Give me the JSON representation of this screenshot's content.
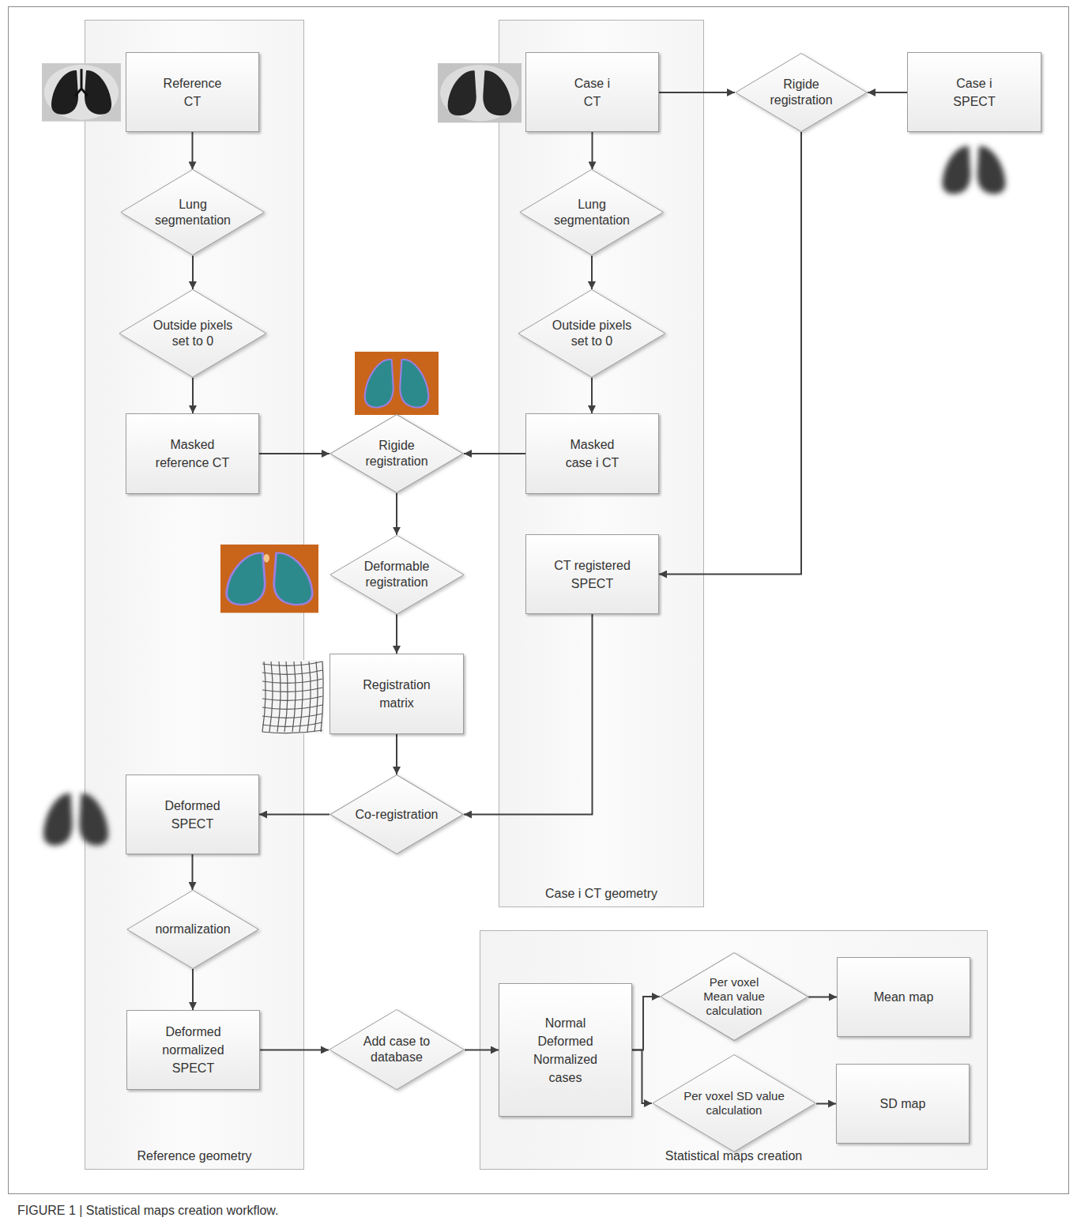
{
  "diagram": {
    "caption": "FIGURE 1 | Statistical maps creation workflow.",
    "nodes": [
      {
        "text": [
          "Reference geometry"
        ]
      },
      {
        "text": [
          "Reference CT"
        ],
        "in": 0
      },
      {
        "text": [
          "Lung segmentation"
        ],
        "in": 0
      },
      {
        "text": [
          "Outside pixels set to 0"
        ],
        "in": 0
      },
      {
        "text": [
          "Masked reference CT"
        ],
        "in": 0
      },
      {
        "text": [
          "Deformed SPECT"
        ],
        "in": 0
      },
      {
        "text": [
          "normalization"
        ],
        "in": 0
      },
      {
        "text": [
          "Deformed normalized SPECT"
        ],
        "in": 0
      },
      {
        "text": [
          "Case i CT geometry"
        ]
      },
      {
        "text": [
          "Case i CT"
        ],
        "in": 8
      },
      {
        "text": [
          "Lung segmentation"
        ],
        "in": 8
      },
      {
        "text": [
          "Outside pixels set to 0"
        ],
        "in": 8
      },
      {
        "text": [
          "Masked case i CT"
        ],
        "in": 8
      },
      {
        "text": [
          "CT registered SPECT"
        ],
        "in": 8
      },
      {
        "text": [
          "Rigide registration"
        ]
      },
      {
        "text": [
          "Case i SPECT"
        ]
      },
      {
        "text": [
          "Rigide registration"
        ]
      },
      {
        "text": [
          "Deformable registration"
        ]
      },
      {
        "text": [
          "Registration matrix"
        ]
      },
      {
        "text": [
          "Co-registration"
        ]
      },
      {
        "text": [
          "Add case to database"
        ]
      },
      {
        "text": [
          "Statistical maps creation"
        ]
      },
      {
        "text": [
          "Normal Deformed Normalized cases"
        ],
        "in": 21
      },
      {
        "text": [
          "Per voxel Mean value calculation"
        ],
        "in": 21
      },
      {
        "text": [
          "Per voxel SD value calculation"
        ],
        "in": 21
      },
      {
        "text": [
          "Mean map"
        ],
        "in": 21
      },
      {
        "text": [
          "SD map"
        ],
        "in": 21
      }
    ],
    "edges": [
      {
        "from": 1,
        "to": 2,
        "arrow": "to"
      },
      {
        "from": 2,
        "to": 3,
        "arrow": "to"
      },
      {
        "from": 3,
        "to": 4,
        "arrow": "to"
      },
      {
        "from": 4,
        "to": 16,
        "arrow": "to"
      },
      {
        "from": 9,
        "to": 10,
        "arrow": "to"
      },
      {
        "from": 10,
        "to": 11,
        "arrow": "to"
      },
      {
        "from": 11,
        "to": 12,
        "arrow": "to"
      },
      {
        "from": 12,
        "to": 16,
        "arrow": "to"
      },
      {
        "from": 9,
        "to": 14,
        "arrow": "to"
      },
      {
        "from": 15,
        "to": 14,
        "arrow": "to"
      },
      {
        "from": 14,
        "to": 13,
        "arrow": "to"
      },
      {
        "from": 16,
        "to": 17,
        "arrow": "to"
      },
      {
        "from": 17,
        "to": 18,
        "arrow": "to"
      },
      {
        "from": 18,
        "to": 19,
        "arrow": "to"
      },
      {
        "from": 13,
        "to": 19,
        "arrow": "to"
      },
      {
        "from": 19,
        "to": 5,
        "arrow": "to"
      },
      {
        "from": 5,
        "to": 6,
        "arrow": "to"
      },
      {
        "from": 6,
        "to": 7,
        "arrow": "to"
      },
      {
        "from": 7,
        "to": 20,
        "arrow": "to"
      },
      {
        "from": 20,
        "to": 22,
        "arrow": "to"
      },
      {
        "from": 22,
        "to": 23,
        "arrow": "to"
      },
      {
        "from": 22,
        "to": 24,
        "arrow": "to"
      },
      {
        "from": 23,
        "to": 25,
        "arrow": "to"
      },
      {
        "from": 24,
        "to": 26,
        "arrow": "to"
      }
    ]
  }
}
